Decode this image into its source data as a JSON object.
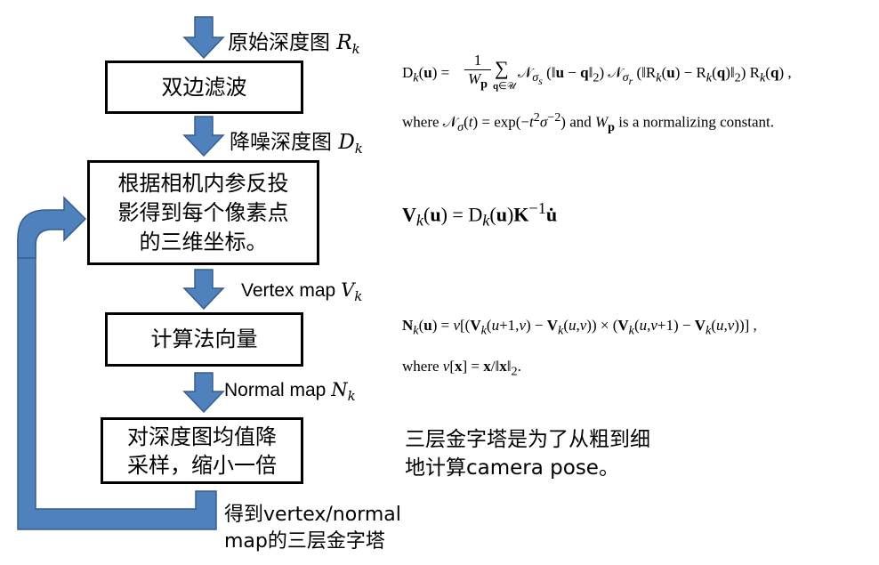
{
  "colors": {
    "arrow_fill": "#4F81BD",
    "arrow_stroke": "#385D8A",
    "box_border": "#000000",
    "text": "#000000"
  },
  "flow": {
    "input_label": {
      "text": "原始深度图",
      "var": "R",
      "sub": "k"
    },
    "steps": [
      {
        "id": "bilateral-filter",
        "label": "双边滤波"
      },
      {
        "id": "back-projection",
        "label_lines": [
          "根据相机内参反投",
          "影得到每个像素点",
          "的三维坐标。"
        ]
      },
      {
        "id": "compute-normals",
        "label": "计算法向量"
      },
      {
        "id": "downsample",
        "label_lines": [
          "对深度图均值降",
          "采样，缩小一倍"
        ]
      }
    ],
    "edge_labels": [
      {
        "text": "降噪深度图",
        "var": "D",
        "sub": "k"
      },
      {
        "text": "Vertex map",
        "var": "V",
        "sub": "k"
      },
      {
        "text": "Normal map",
        "var": "N",
        "sub": "k"
      }
    ],
    "loop_label_lines": [
      "得到vertex/normal",
      "map的三层金字塔"
    ]
  },
  "formulas": {
    "bilateral": {
      "lhs": "D",
      "lhs_sub": "k",
      "description": "D_k(u) = 1/W_p Σ_{q∈U} N_σs(||u − q||2) N_σr(||R_k(u) − R_k(q)||2) R_k(q) ,",
      "where": "where 𝒩σ(t) = exp(−t²σ⁻²) and Wp is a normalizing constant."
    },
    "vertex": {
      "description": "V_k(u) = D_k(u) K⁻¹ u̇"
    },
    "normal": {
      "description": "N_k(u) = ν[(V_k(u+1,v) − V_k(u,v)) × (V_k(u,v+1) − V_k(u,v))] ,",
      "where": "where ν[x] = x/||x||2."
    }
  },
  "note": {
    "lines": [
      "三层金字塔是为了从粗到细",
      "地计算camera pose。"
    ]
  }
}
